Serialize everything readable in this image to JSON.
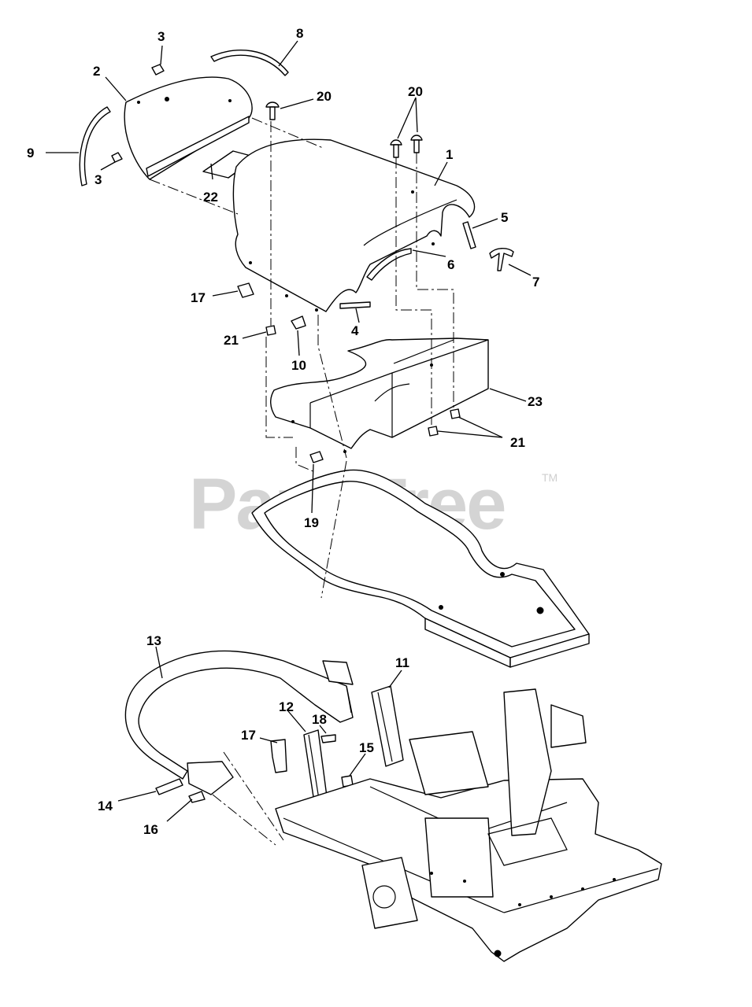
{
  "watermark": {
    "text": "PartsTree",
    "trademark": "TM"
  },
  "callouts": [
    {
      "id": "c3a",
      "label": "3"
    },
    {
      "id": "c8",
      "label": "8"
    },
    {
      "id": "c2",
      "label": "2"
    },
    {
      "id": "c20a",
      "label": "20"
    },
    {
      "id": "c20b",
      "label": "20"
    },
    {
      "id": "c9",
      "label": "9"
    },
    {
      "id": "c3b",
      "label": "3"
    },
    {
      "id": "c22",
      "label": "22"
    },
    {
      "id": "c1",
      "label": "1"
    },
    {
      "id": "c5",
      "label": "5"
    },
    {
      "id": "c6",
      "label": "6"
    },
    {
      "id": "c7",
      "label": "7"
    },
    {
      "id": "c17a",
      "label": "17"
    },
    {
      "id": "c4",
      "label": "4"
    },
    {
      "id": "c21a",
      "label": "21"
    },
    {
      "id": "c10",
      "label": "10"
    },
    {
      "id": "c23",
      "label": "23"
    },
    {
      "id": "c21b",
      "label": "21"
    },
    {
      "id": "c19",
      "label": "19"
    },
    {
      "id": "c13",
      "label": "13"
    },
    {
      "id": "c11",
      "label": "11"
    },
    {
      "id": "c12",
      "label": "12"
    },
    {
      "id": "c18",
      "label": "18"
    },
    {
      "id": "c17b",
      "label": "17"
    },
    {
      "id": "c15",
      "label": "15"
    },
    {
      "id": "c14",
      "label": "14"
    },
    {
      "id": "c16",
      "label": "16"
    }
  ]
}
